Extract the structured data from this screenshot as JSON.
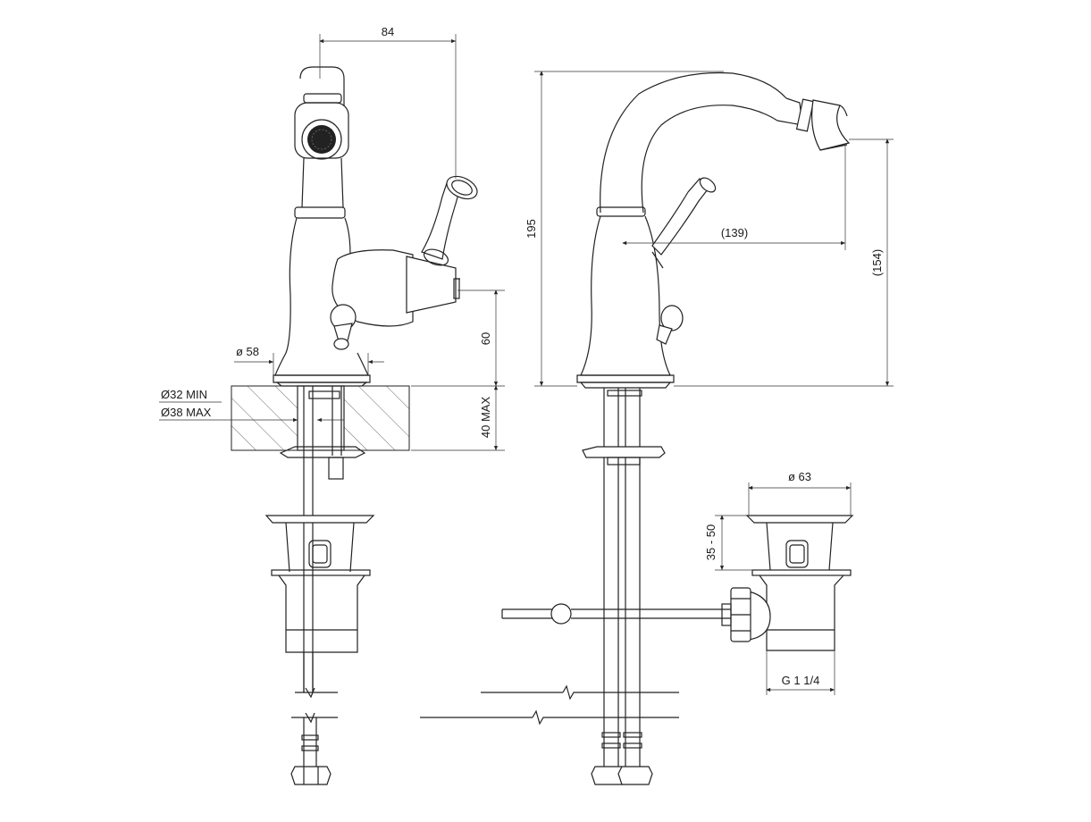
{
  "dimensions": {
    "width_top": "84",
    "base_diameter": "ø 58",
    "height_to_lever": "60",
    "hole_min": "Ø32 MIN",
    "hole_max": "Ø38 MAX",
    "deck_max": "40 MAX",
    "total_height": "195",
    "spout_reach": "(139)",
    "spout_height": "(154)",
    "waste_diameter": "ø 63",
    "waste_height": "35 - 50",
    "thread": "G 1 1/4"
  },
  "colors": {
    "line": "#222222",
    "background": "#ffffff"
  }
}
